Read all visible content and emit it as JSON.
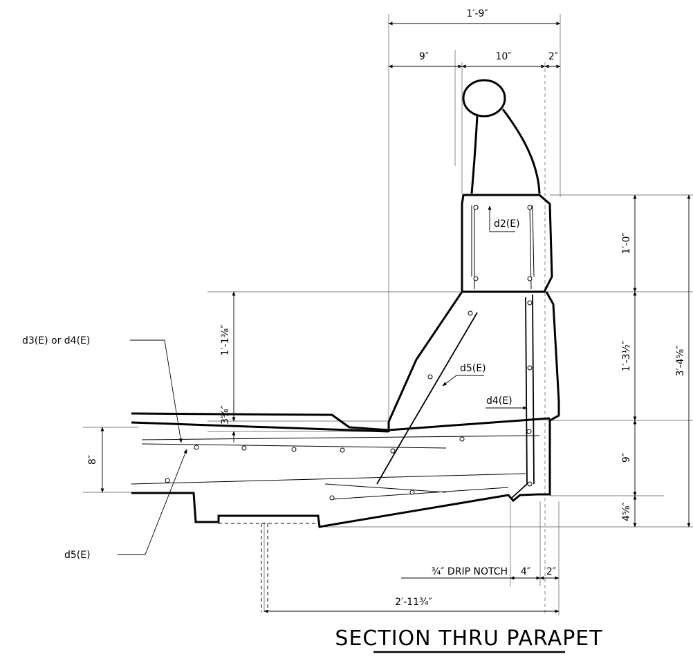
{
  "title": "SECTION THRU PARAPET",
  "dims": {
    "top_width": "1′-9″",
    "seg_9": "9″",
    "seg_10": "10″",
    "seg_2_top": "2″",
    "right_1_0": "1′-0″",
    "right_1_3_half": "1′-3½″",
    "right_9": "9″",
    "right_4_5_8": "4⅝″",
    "overall_3_4_5_8": "3′-4⅝″",
    "left_1_1_3_8": "1′-1⅜″",
    "left_3_5_8": "3⅝″",
    "left_8": "8″",
    "drip_notch": "¾″ DRIP NOTCH",
    "bot_4": "4″",
    "bot_2": "2″",
    "bottom_total": "2′-11¾″"
  },
  "labels": {
    "d2": "d2(E)",
    "d3_or_d4": "d3(E) or d4(E)",
    "d5_upper": "d5(E)",
    "d4": "d4(E)",
    "d5_lower": "d5(E)"
  }
}
